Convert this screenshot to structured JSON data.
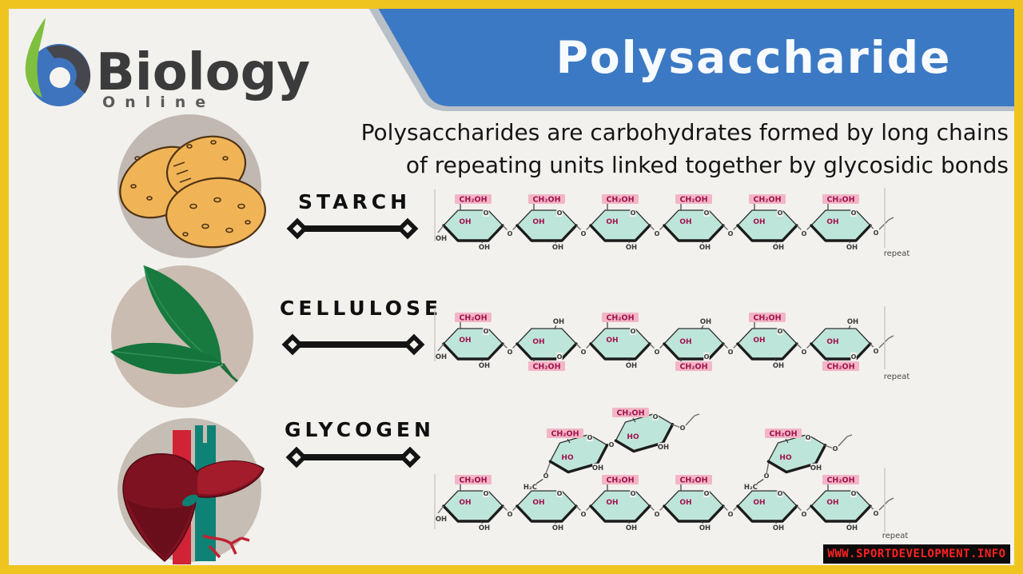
{
  "logo": {
    "brand": "Biology",
    "subtitle": "Online"
  },
  "banner": {
    "title": "Polysaccharide"
  },
  "description": {
    "line1": "Polysaccharides are carbohydrates formed by long chains",
    "line2": "of repeating units linked together by glycosidic bonds"
  },
  "rows": [
    {
      "id": "starch",
      "label": "STARCH",
      "image": "potatoes"
    },
    {
      "id": "cellulose",
      "label": "CELLULOSE",
      "image": "leaves"
    },
    {
      "id": "glycogen",
      "label": "GLYCOGEN",
      "image": "liver"
    }
  ],
  "molecule_labels": {
    "ch2oh": "CH₂OH",
    "oh": "OH",
    "ho": "HO",
    "o": "O",
    "h2c": "H₂C",
    "repeat": "repeat"
  },
  "molecules": {
    "starch": {
      "type": "chain",
      "ring_count": 6,
      "alternating": false
    },
    "cellulose": {
      "type": "chain",
      "ring_count": 6,
      "alternating": true
    },
    "glycogen": {
      "type": "branched",
      "main_ring_count": 6,
      "branch_attach_rings": [
        2,
        5
      ],
      "branch_ring_counts": [
        2,
        1
      ]
    }
  },
  "watermark": {
    "text": "WWW.SPORTDEVELOPMENT.INFO"
  },
  "colors": {
    "border": "#efc41f",
    "background": "#f2f1ee",
    "banner_blue": "#3c79c4",
    "banner_edge": "#b7bfc7",
    "ring_fill": "#bee5da",
    "ring_stroke": "#2e2e2e",
    "label_box_bg": "#f3b6c6",
    "label_box_text": "#a0134e",
    "watermark_red": "#ff2121",
    "leaf_green": "#187a3e",
    "potato_orange": "#f0b457",
    "liver_red": "#7e1220"
  }
}
